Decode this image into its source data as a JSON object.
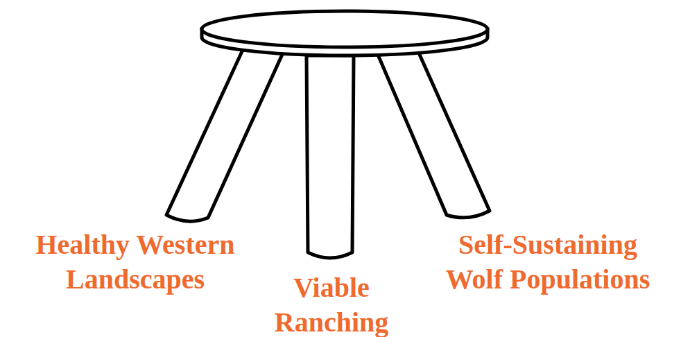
{
  "diagram": {
    "labels": [
      "Healthy Western Landscapes",
      "Viable Ranching",
      "Self-Sustaining Wolf Populations"
    ]
  }
}
